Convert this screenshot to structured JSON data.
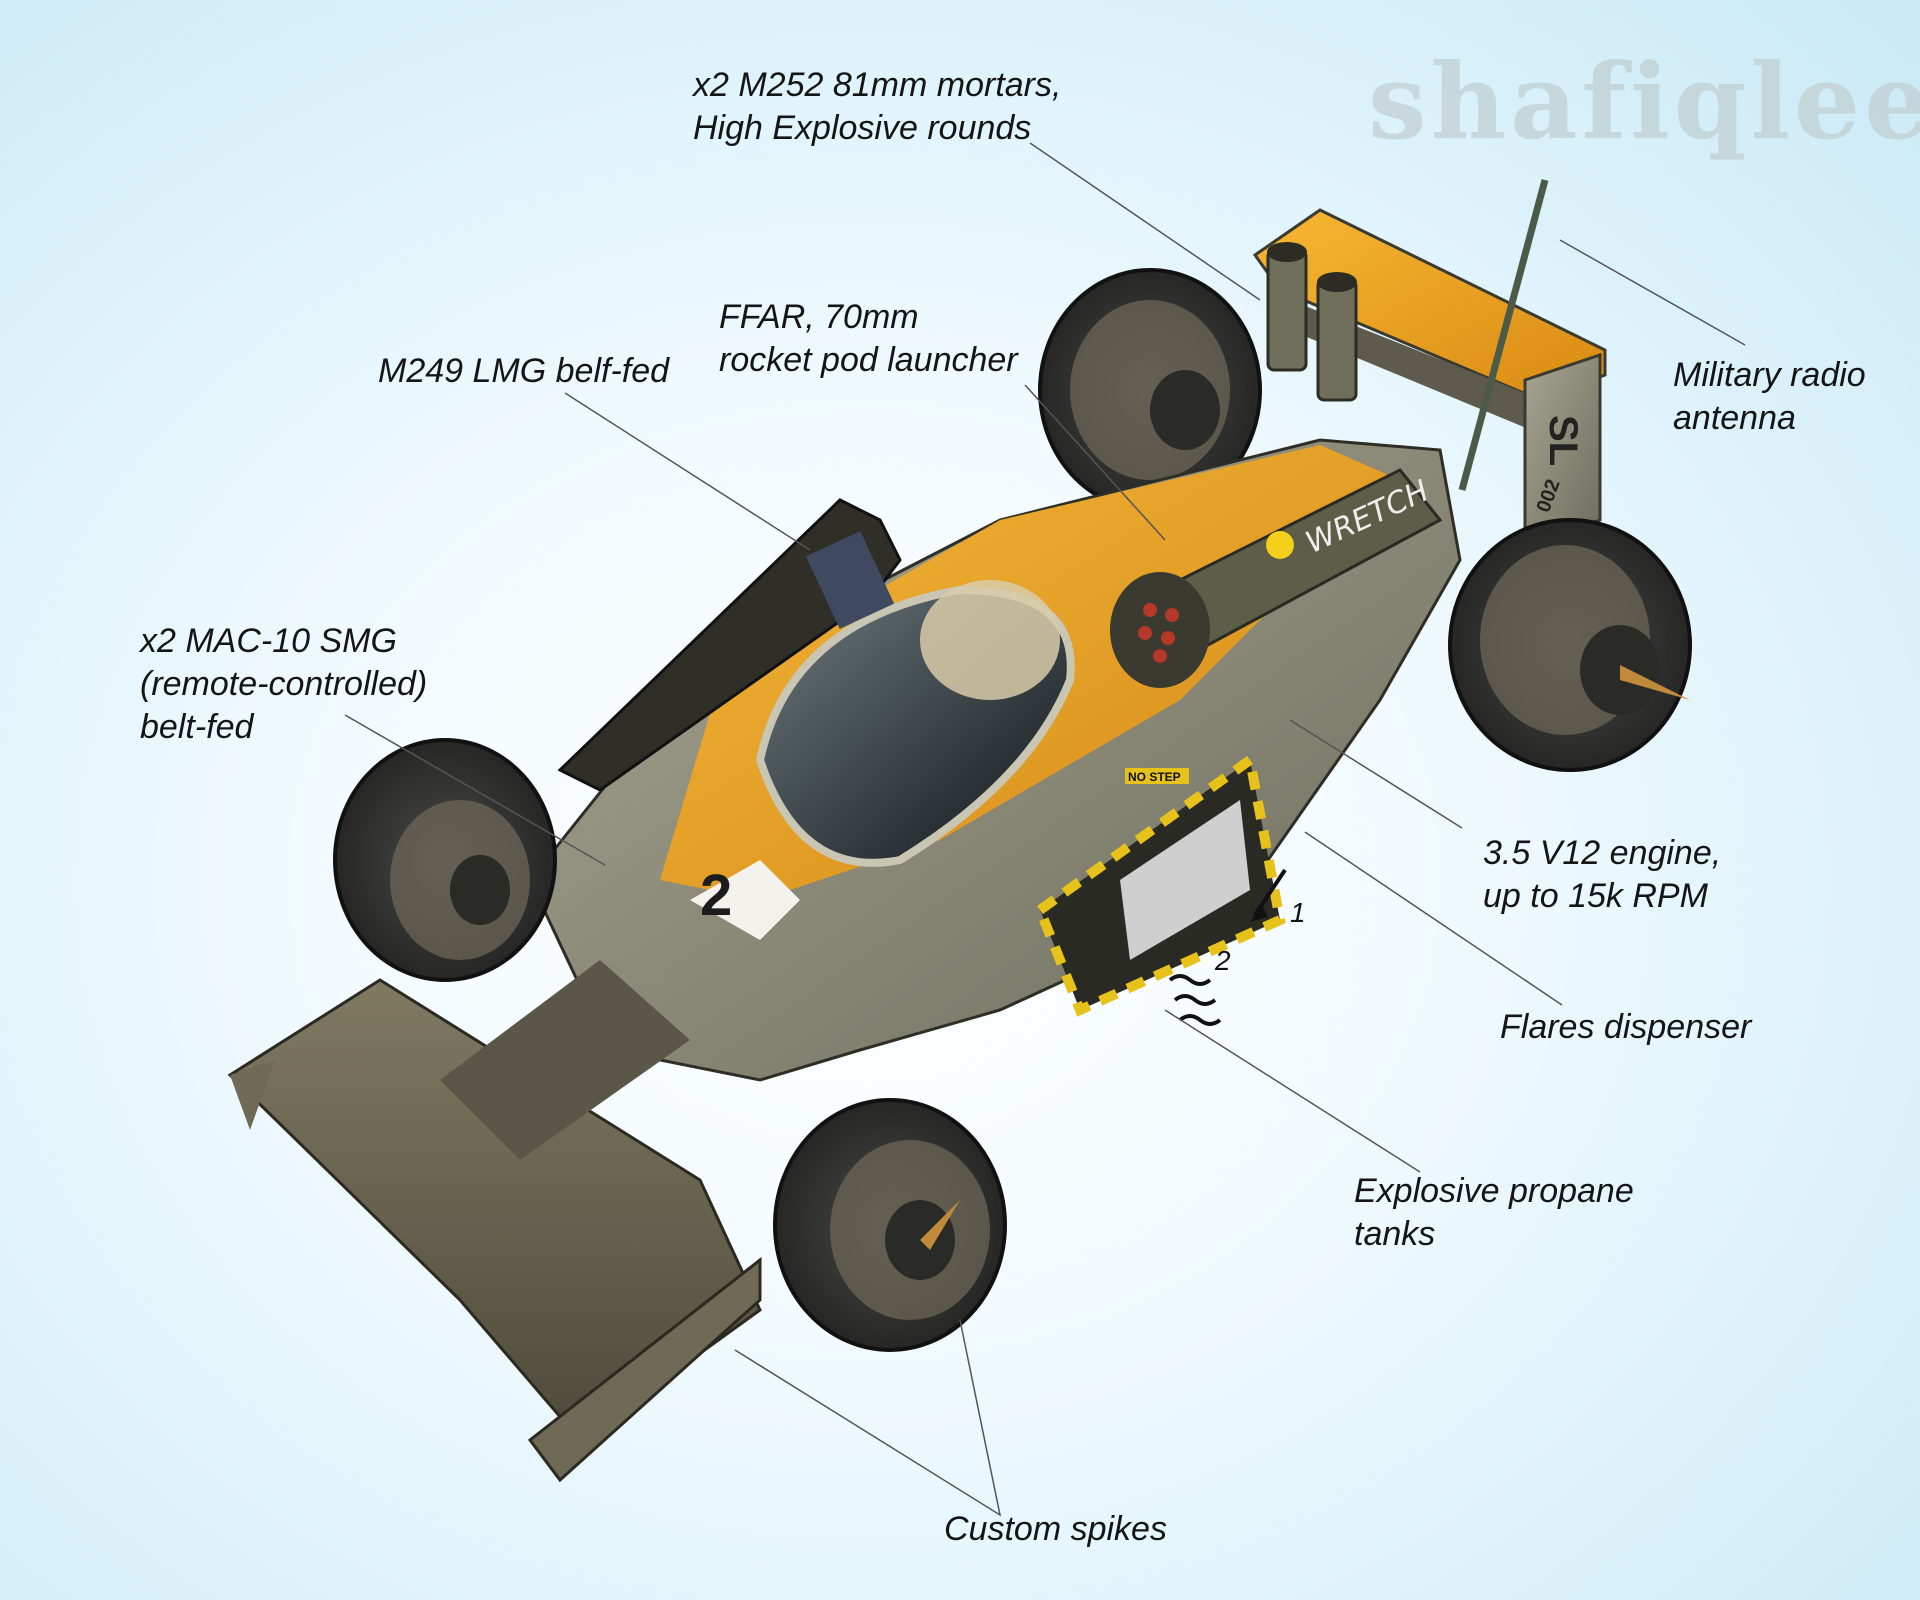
{
  "watermark": "shafiqlee",
  "labels": {
    "mortars": [
      "x2 M252 81mm mortars,",
      "High Explosive rounds"
    ],
    "rocket_pod": [
      "FFAR, 70mm",
      "rocket pod launcher"
    ],
    "lmg": [
      "M249 LMG belf-fed"
    ],
    "smg": [
      "x2 MAC-10 SMG",
      "(remote-controlled)",
      "belt-fed"
    ],
    "antenna": [
      "Military radio",
      "antenna"
    ],
    "engine": [
      "3.5 V12 engine,",
      "up to 15k RPM"
    ],
    "flares": [
      "Flares dispenser"
    ],
    "propane": [
      "Explosive propane",
      "tanks"
    ],
    "spikes": [
      "Custom spikes"
    ]
  },
  "car_markings": {
    "race_number": "2",
    "side_text": "WRETCH",
    "rear_number": "SL",
    "rear_code": "002",
    "warning_sign": "NO STEP"
  },
  "flare_arrows": [
    "1",
    "2"
  ],
  "colors": {
    "accent_orange": "#f0a41c",
    "metal": "#8c8a78",
    "tire": "#2f2f2f",
    "background": "#d7eff8"
  }
}
